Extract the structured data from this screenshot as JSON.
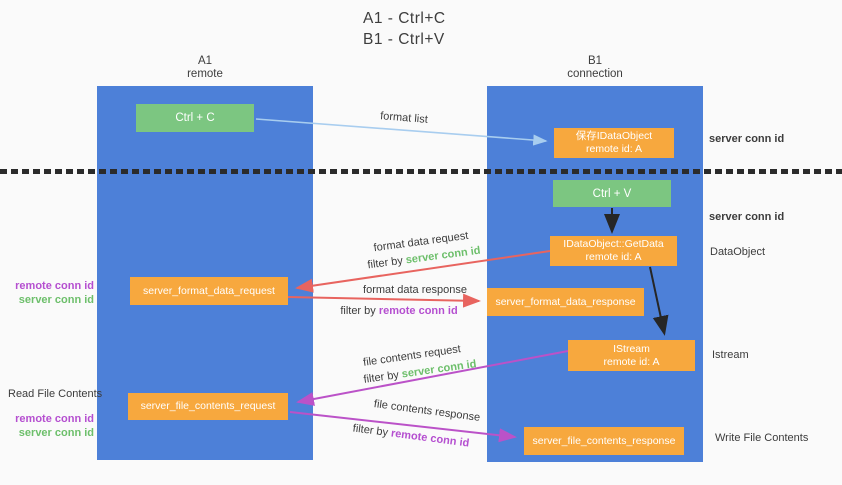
{
  "title": {
    "line1": "A1 - Ctrl+C",
    "line2": "B1 - Ctrl+V"
  },
  "lanes": {
    "a": {
      "name": "A1",
      "role": "remote"
    },
    "b": {
      "name": "B1",
      "role": "connection"
    }
  },
  "nodes": {
    "ctrl_c": {
      "label": "Ctrl + C"
    },
    "ctrl_v": {
      "label": "Ctrl + V"
    },
    "save_idataobject": {
      "line1": "保存IDataObject",
      "line2": "remote id: A"
    },
    "idataobject_getdata": {
      "line1": "IDataObject::GetData",
      "line2": "remote id: A"
    },
    "istream": {
      "line1": "IStream",
      "line2": "remote id: A"
    },
    "server_format_data_request": {
      "label": "server_format_data_request"
    },
    "server_format_data_response": {
      "label": "server_format_data_response"
    },
    "server_file_contents_request": {
      "label": "server_file_contents_request"
    },
    "server_file_contents_response": {
      "label": "server_file_contents_response"
    }
  },
  "edges": {
    "format_list": {
      "label": "format list"
    },
    "format_data_request": {
      "label": "format data request",
      "filter_prefix": "filter by",
      "filter_key": "server conn id"
    },
    "format_data_response": {
      "label": "format data response",
      "filter_prefix": "filter by",
      "filter_key": "remote conn id"
    },
    "file_contents_request": {
      "label": "file contents request",
      "filter_prefix": "filter by",
      "filter_key": "server conn id"
    },
    "file_contents_response": {
      "label": "file contents response",
      "filter_prefix": "filter by",
      "filter_key": "remote conn id"
    }
  },
  "side_labels": {
    "server_conn_id_top": "server conn id",
    "server_conn_id_middle": "server conn id",
    "dataobject": "DataObject",
    "istream": "Istream",
    "read_file_contents": "Read File Contents",
    "write_file_contents": "Write File Contents",
    "left_ids_format": {
      "remote": "remote conn id",
      "server": "server conn id"
    },
    "left_ids_file": {
      "remote": "remote conn id",
      "server": "server conn id"
    }
  },
  "colors": {
    "lane_blue": "#4d80d8",
    "green_box": "#7cc681",
    "orange_box": "#f7a83e",
    "red_arrow": "#e8645f",
    "purple_arrow": "#bb52c8",
    "green_id_text": "#6dbf6b",
    "purple_id_text": "#b54fd0",
    "light_blue_arrow": "#a8cdef",
    "dash_line": "#2b2b2b"
  }
}
